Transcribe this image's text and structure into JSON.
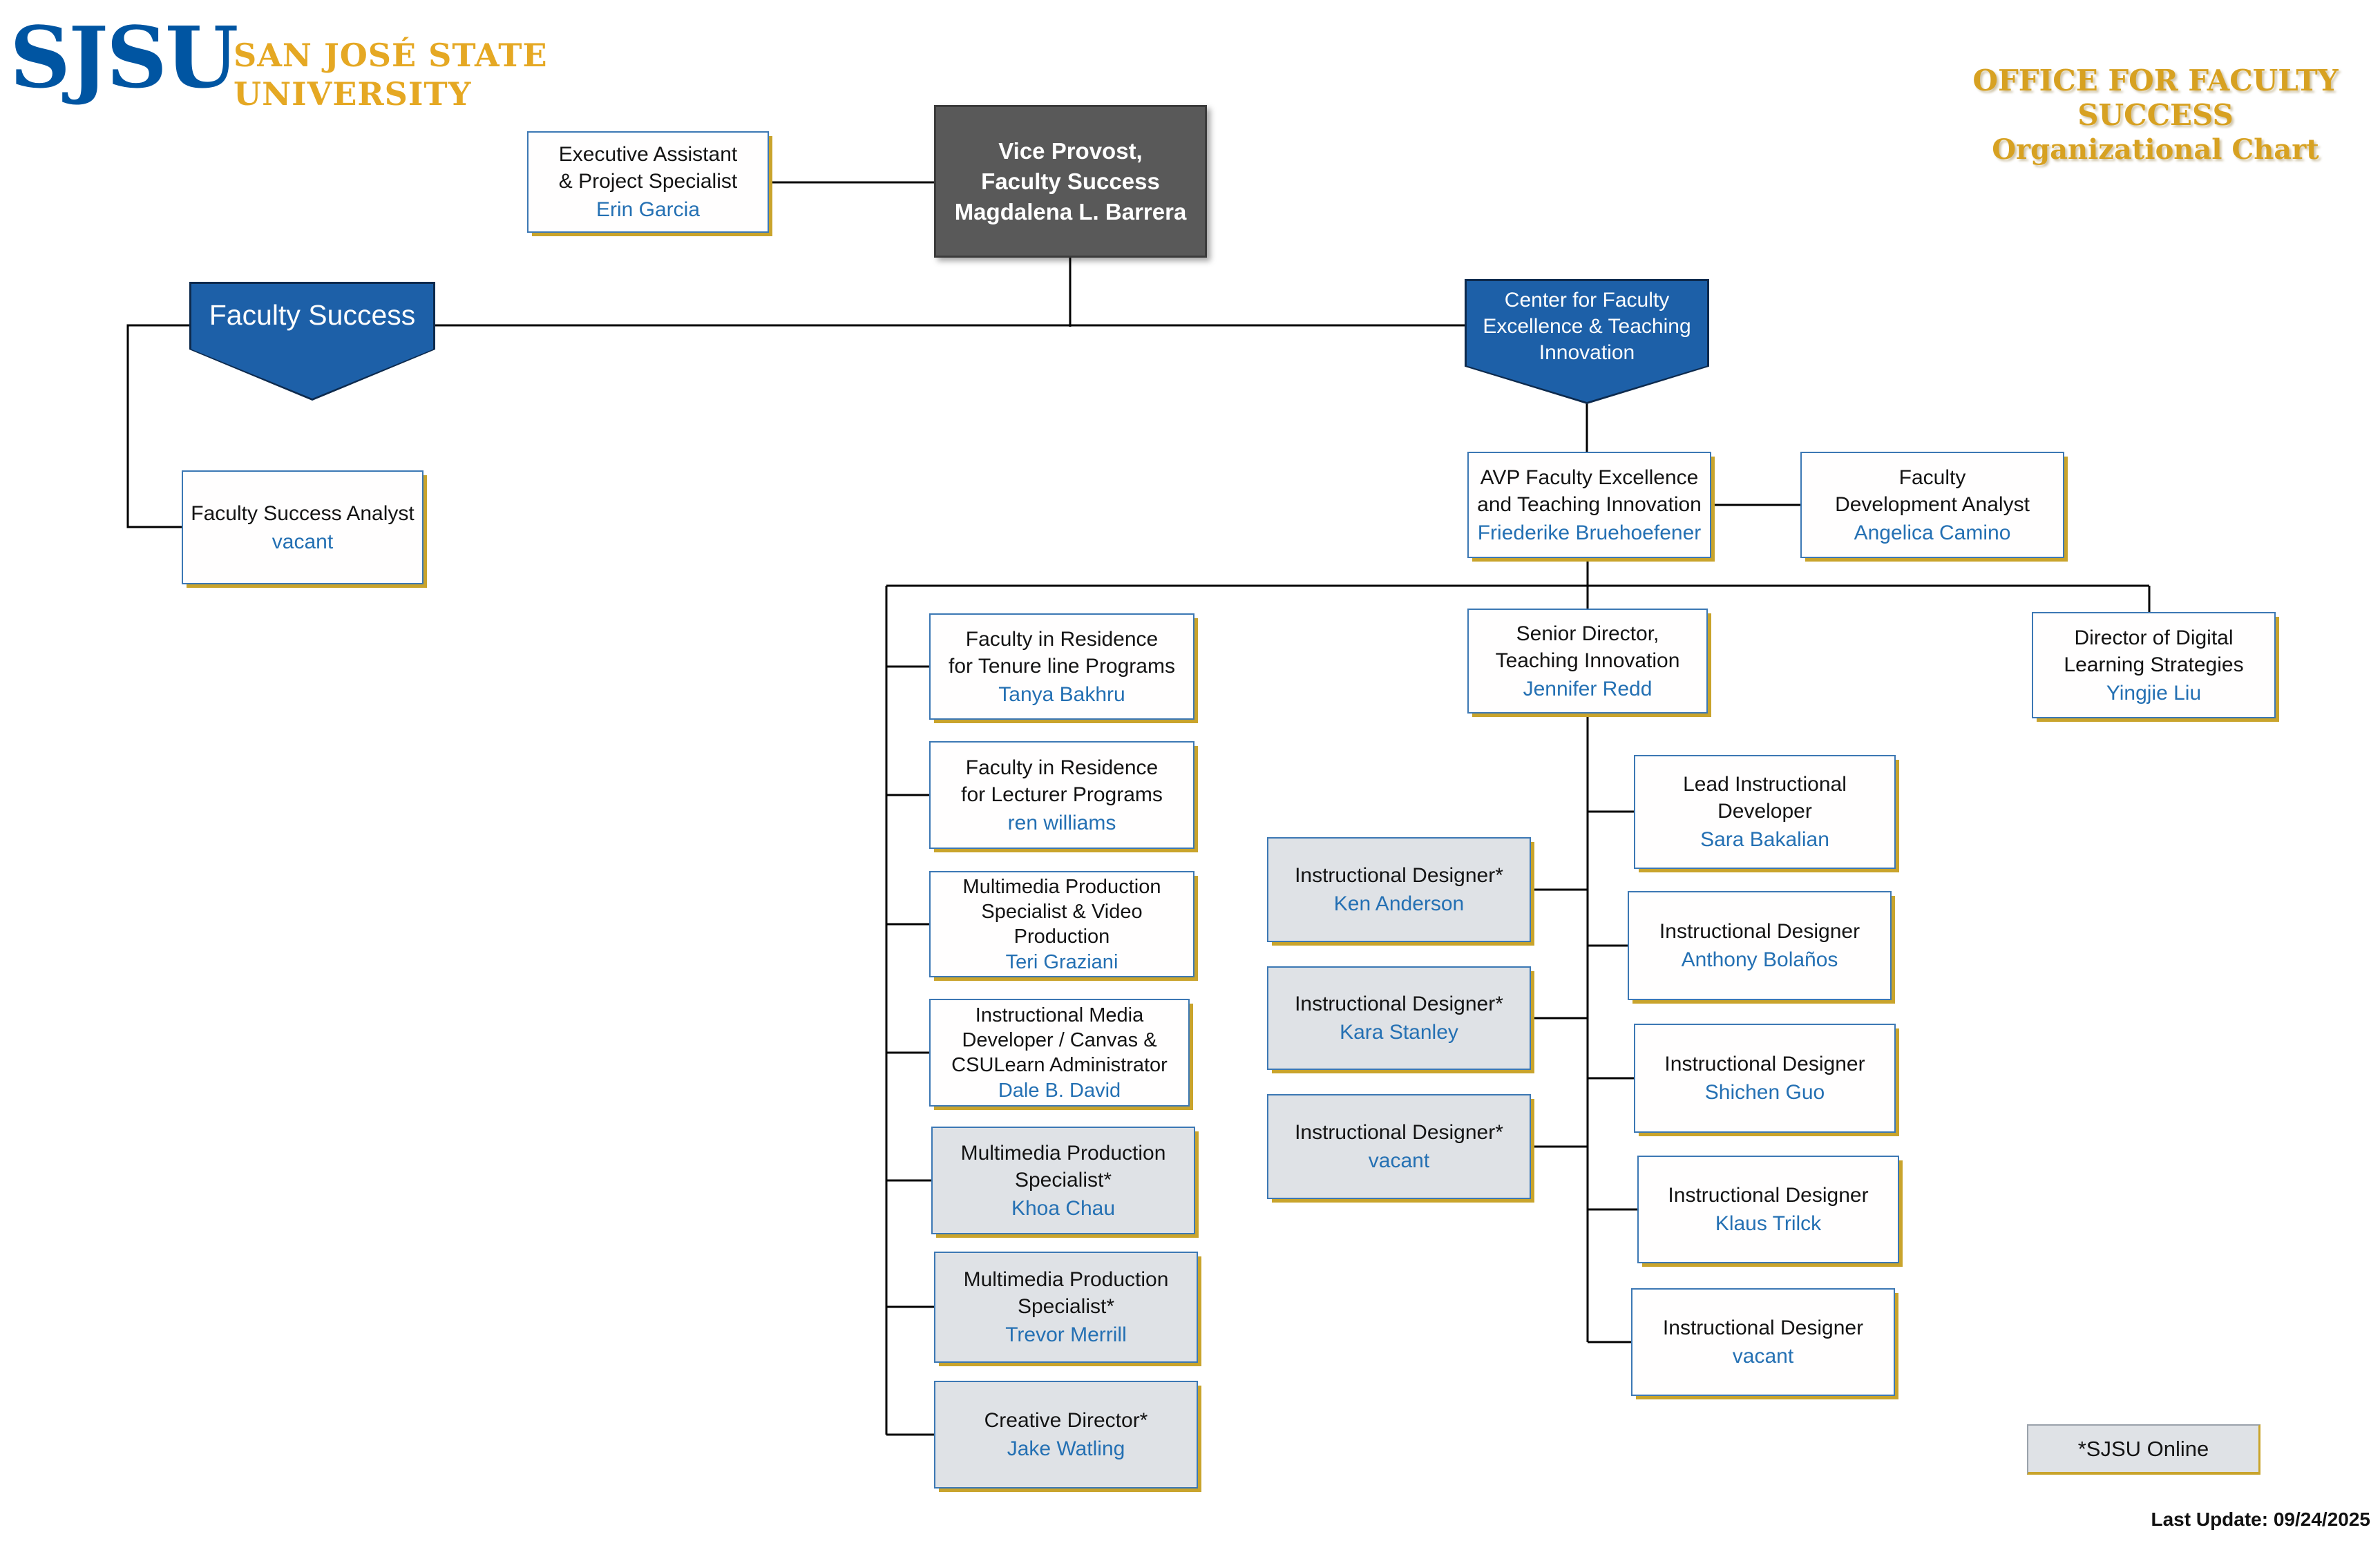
{
  "header": {
    "logo_text": "SJSU",
    "university_name": "SAN JOSÉ STATE\nUNIVERSITY",
    "office_title": "OFFICE FOR FACULTY SUCCESS",
    "office_subtitle": "Organizational Chart"
  },
  "colors": {
    "sjsu_blue": "#0055A2",
    "gold": "#E5A823",
    "pentagon_blue": "#1D60A8",
    "dark_gray_box": "#595959",
    "light_gray_box": "#DFE2E6",
    "box_border_blue": "#3C78B4",
    "gold_shadow": "#C9A42C",
    "name_text_blue": "#2470B3",
    "connector_black": "#000000"
  },
  "nodes": {
    "exec_assistant": {
      "title": "Executive Assistant\n& Project Specialist",
      "person": "Erin Garcia"
    },
    "vice_provost": {
      "title": "Vice Provost,\nFaculty Success",
      "person": "Magdalena L. Barrera"
    },
    "faculty_success": {
      "title": "Faculty Success"
    },
    "cfeti": {
      "title": "Center for Faculty\nExcellence & Teaching\nInnovation"
    },
    "fs_analyst": {
      "title": "Faculty Success Analyst",
      "person": "vacant"
    },
    "avp": {
      "title": "AVP Faculty Excellence\nand Teaching Innovation",
      "person": "Friederike Bruehoefener"
    },
    "fd_analyst": {
      "title": "Faculty\nDevelopment Analyst",
      "person": "Angelica Camino"
    },
    "fir_tenure": {
      "title": "Faculty in Residence\nfor Tenure line Programs",
      "person": "Tanya Bakhru"
    },
    "fir_lecturer": {
      "title": "Faculty in Residence\nfor Lecturer Programs",
      "person": "ren williams"
    },
    "mm_video": {
      "title": "Multimedia Production\nSpecialist & Video\nProduction",
      "person": "Teri Graziani"
    },
    "im_dev": {
      "title": "Instructional Media\nDeveloper / Canvas &\nCSULearn Administrator",
      "person": "Dale B. David"
    },
    "mps_khoa": {
      "title": "Multimedia Production\nSpecialist*",
      "person": "Khoa Chau"
    },
    "mps_trevor": {
      "title": "Multimedia Production\nSpecialist*",
      "person": "Trevor Merrill"
    },
    "creative_director": {
      "title": "Creative Director*",
      "person": "Jake Watling"
    },
    "id_ken": {
      "title": "Instructional Designer*",
      "person": "Ken Anderson"
    },
    "id_kara": {
      "title": "Instructional Designer*",
      "person": "Kara Stanley"
    },
    "id_vacant_online": {
      "title": "Instructional Designer*",
      "person": "vacant"
    },
    "senior_director": {
      "title": "Senior Director,\nTeaching Innovation",
      "person": "Jennifer Redd"
    },
    "lead_id": {
      "title": "Lead Instructional\nDeveloper",
      "person": "Sara Bakalian"
    },
    "id_anthony": {
      "title": "Instructional Designer",
      "person": "Anthony Bolaños"
    },
    "id_shichen": {
      "title": "Instructional Designer",
      "person": "Shichen Guo"
    },
    "id_klaus": {
      "title": "Instructional Designer",
      "person": "Klaus Trilck"
    },
    "id_vacant": {
      "title": "Instructional Designer",
      "person": "vacant"
    },
    "dir_digital": {
      "title": "Director of Digital\nLearning Strategies",
      "person": "Yingjie Liu"
    }
  },
  "legend": {
    "sjsu_online": "*SJSU  Online"
  },
  "footer": {
    "last_update": "Last Update: 09/24/2025"
  }
}
